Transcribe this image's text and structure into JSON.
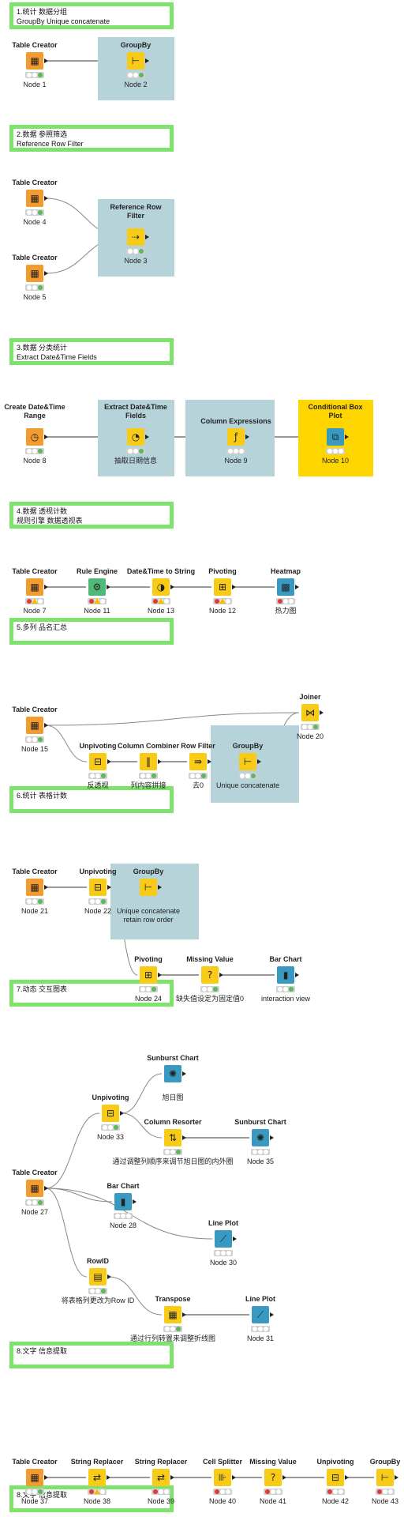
{
  "sections": [
    {
      "id": "s1",
      "line1": "1.统计 数据分组",
      "line2": "GroupBy Unique concatenate"
    },
    {
      "id": "s2",
      "line1": "2.数据 参照筛选",
      "line2": "Reference Row Filter"
    },
    {
      "id": "s3",
      "line1": "3.数据 分类统计",
      "line2": "Extract Date&Time Fields"
    },
    {
      "id": "s4",
      "line1": "4.数据 透视计数",
      "line2": "规则引擎 数据透视表"
    },
    {
      "id": "s5",
      "line1": "5.多列 品名汇总",
      "line2": ""
    },
    {
      "id": "s6",
      "line1": "6.统计 表格计数",
      "line2": ""
    },
    {
      "id": "s7",
      "line1": "7.动态 交互图表",
      "line2": ""
    },
    {
      "id": "s8a",
      "line1": "8.文字 信息提取",
      "line2": ""
    },
    {
      "id": "s8b",
      "line1": "8.文字 信息提取",
      "line2": ""
    }
  ],
  "nodes": [
    {
      "id": "n1",
      "title": "Table Creator",
      "label": "Node 1",
      "icon": "table-creator-icon",
      "color": "orange",
      "status": "green"
    },
    {
      "id": "n2",
      "title": "GroupBy",
      "label": "Node 2",
      "icon": "groupby-icon",
      "color": "yellow",
      "status": "green"
    },
    {
      "id": "n4",
      "title": "Table Creator",
      "label": "Node 4",
      "icon": "table-creator-icon",
      "color": "orange",
      "status": "green"
    },
    {
      "id": "n3",
      "title": "Reference Row Filter",
      "label": "Node 3",
      "icon": "reference-row-filter-icon",
      "color": "yellow",
      "status": "green"
    },
    {
      "id": "n5",
      "title": "Table Creator",
      "label": "Node 5",
      "icon": "table-creator-icon",
      "color": "orange",
      "status": "green"
    },
    {
      "id": "n8",
      "title": "Create Date&Time Range",
      "label": "Node 8",
      "icon": "date-time-range-icon",
      "color": "orange",
      "status": "green"
    },
    {
      "id": "nx",
      "title": "Extract Date&Time Fields",
      "label": "抽取日期信息",
      "icon": "extract-date-icon",
      "color": "yellow",
      "status": "green"
    },
    {
      "id": "n9",
      "title": "Column Expressions",
      "label": "Node 9",
      "icon": "column-expressions-icon",
      "color": "yellow",
      "status": "idle"
    },
    {
      "id": "n10",
      "title": "Conditional Box Plot",
      "label": "Node 10",
      "icon": "box-plot-icon",
      "color": "blue",
      "status": "idle"
    },
    {
      "id": "n7",
      "title": "Table Creator",
      "label": "Node 7",
      "icon": "table-creator-icon",
      "color": "orange",
      "status": "warn"
    },
    {
      "id": "n11",
      "title": "Rule Engine",
      "label": "Node 11",
      "icon": "rule-engine-icon",
      "color": "green",
      "status": "warn"
    },
    {
      "id": "n13",
      "title": "Date&Time to String",
      "label": "Node 13",
      "icon": "date-to-string-icon",
      "color": "yellow",
      "status": "warn"
    },
    {
      "id": "n12",
      "title": "Pivoting",
      "label": "Node 12",
      "icon": "pivoting-icon",
      "color": "yellow",
      "status": "warn"
    },
    {
      "id": "nh",
      "title": "Heatmap",
      "label": "热力图",
      "icon": "heatmap-icon",
      "color": "blue",
      "status": "red"
    },
    {
      "id": "n15",
      "title": "Table Creator",
      "label": "Node 15",
      "icon": "table-creator-icon",
      "color": "orange",
      "status": "green"
    },
    {
      "id": "nu1",
      "title": "Unpivoting",
      "label": "反透视",
      "icon": "unpivoting-icon",
      "color": "yellow",
      "status": "green"
    },
    {
      "id": "ncc",
      "title": "Column Combiner",
      "label": "列内容拼接",
      "icon": "column-combiner-icon",
      "color": "yellow",
      "status": "green"
    },
    {
      "id": "nrf",
      "title": "Row Filter",
      "label": "去0",
      "icon": "row-filter-icon",
      "color": "yellow",
      "status": "green"
    },
    {
      "id": "ngb5",
      "title": "GroupBy",
      "label": "Unique concatenate",
      "icon": "groupby-icon",
      "color": "yellow",
      "status": "green"
    },
    {
      "id": "n20",
      "title": "Joiner",
      "label": "Node 20",
      "icon": "joiner-icon",
      "color": "yellow",
      "status": "green"
    },
    {
      "id": "n21",
      "title": "Table Creator",
      "label": "Node 21",
      "icon": "table-creator-icon",
      "color": "orange",
      "status": "green"
    },
    {
      "id": "n22",
      "title": "Unpivoting",
      "label": "Node 22",
      "icon": "unpivoting-icon",
      "color": "yellow",
      "status": "green"
    },
    {
      "id": "ngb6",
      "title": "GroupBy",
      "label": "Unique concatenate\nretain row order",
      "icon": "groupby-icon",
      "color": "yellow",
      "status": "none"
    },
    {
      "id": "n24",
      "title": "Pivoting",
      "label": "Node 24",
      "icon": "pivoting-icon",
      "color": "yellow",
      "status": "green"
    },
    {
      "id": "nmv",
      "title": "Missing Value",
      "label": "缺失值设定为固定值0",
      "icon": "missing-value-icon",
      "color": "yellow",
      "status": "green"
    },
    {
      "id": "nbc",
      "title": "Bar Chart",
      "label": "interaction view",
      "icon": "bar-chart-icon",
      "color": "blue",
      "status": "green"
    },
    {
      "id": "n27",
      "title": "Table Creator",
      "label": "Node 27",
      "icon": "table-creator-icon",
      "color": "orange",
      "status": "green"
    },
    {
      "id": "n33",
      "title": "Unpivoting",
      "label": "Node 33",
      "icon": "unpivoting-icon",
      "color": "yellow",
      "status": "green"
    },
    {
      "id": "nsb1",
      "title": "Sunburst Chart",
      "label": "旭日图",
      "icon": "sunburst-icon",
      "color": "blue",
      "status": "none"
    },
    {
      "id": "ncr",
      "title": "Column Resorter",
      "label": "通过调整列顺序来调节旭日图的内外圈",
      "icon": "column-resorter-icon",
      "color": "yellow",
      "status": "green"
    },
    {
      "id": "n35",
      "title": "Sunburst Chart",
      "label": "Node 35",
      "icon": "sunburst-icon",
      "color": "blue",
      "status": "idle"
    },
    {
      "id": "n28",
      "title": "Bar Chart",
      "label": "Node 28",
      "icon": "bar-chart-icon",
      "color": "blue",
      "status": "idle"
    },
    {
      "id": "n30",
      "title": "Line Plot",
      "label": "Node 30",
      "icon": "line-plot-icon",
      "color": "blue",
      "status": "idle"
    },
    {
      "id": "nrid",
      "title": "RowID",
      "label": "将表格列更改为Row ID",
      "icon": "rowid-icon",
      "color": "yellow",
      "status": "green"
    },
    {
      "id": "ntr",
      "title": "Transpose",
      "label": "通过行列转置来调整折线图",
      "icon": "transpose-icon",
      "color": "yellow",
      "status": "green"
    },
    {
      "id": "n31",
      "title": "Line Plot",
      "label": "Node 31",
      "icon": "line-plot-icon",
      "color": "blue",
      "status": "idle"
    },
    {
      "id": "n37",
      "title": "Table Creator",
      "label": "Node 37",
      "icon": "table-creator-icon",
      "color": "orange",
      "status": "green"
    },
    {
      "id": "n38",
      "title": "String Replacer",
      "label": "Node 38",
      "icon": "string-replacer-icon",
      "color": "yellow",
      "status": "warn"
    },
    {
      "id": "n39",
      "title": "String Replacer",
      "label": "Node 39",
      "icon": "string-replacer-icon",
      "color": "yellow",
      "status": "red"
    },
    {
      "id": "n40",
      "title": "Cell Splitter",
      "label": "Node 40",
      "icon": "cell-splitter-icon",
      "color": "yellow",
      "status": "red"
    },
    {
      "id": "n41",
      "title": "Missing Value",
      "label": "Node 41",
      "icon": "missing-value-icon",
      "color": "yellow",
      "status": "red"
    },
    {
      "id": "n42",
      "title": "Unpivoting",
      "label": "Node 42",
      "icon": "unpivoting-icon",
      "color": "yellow",
      "status": "red"
    },
    {
      "id": "n43",
      "title": "GroupBy",
      "label": "Node 43",
      "icon": "groupby-icon",
      "color": "yellow",
      "status": "red"
    }
  ],
  "colors": {
    "section_border": "#7ee36a",
    "group_box": "#b7d3da",
    "group_box_highlight": "#ffd500",
    "status_green": "#5cb85c",
    "status_red": "#e03b3b",
    "status_warn": "#f0c000"
  }
}
